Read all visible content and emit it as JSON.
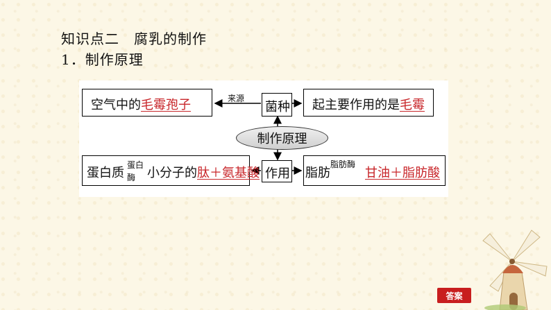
{
  "heading": {
    "title": "知识点二　腐乳的制作",
    "subtitle": "1．制作原理"
  },
  "diagram": {
    "center": "制作原理",
    "strain_box": "菌种",
    "function_box": "作用",
    "source_label": "来源",
    "top_left": {
      "text": "空气中的",
      "answer": "毛霉孢子"
    },
    "top_right": {
      "text": "起主要作用的是",
      "answer": "毛霉"
    },
    "bottom_left": {
      "substrate": "蛋白质",
      "enzyme_top": "蛋白",
      "enzyme_bottom": "酶",
      "text": "小分子的",
      "answer": "肽＋氨基酸"
    },
    "bottom_right": {
      "substrate": "脂肪",
      "enzyme": "脂肪酶",
      "answer": "甘油＋脂肪酸"
    }
  },
  "answer_button": "答案",
  "colors": {
    "answer_red": "#c8262a",
    "button_red": "#c81e1e",
    "background": "#fcf7e6"
  }
}
